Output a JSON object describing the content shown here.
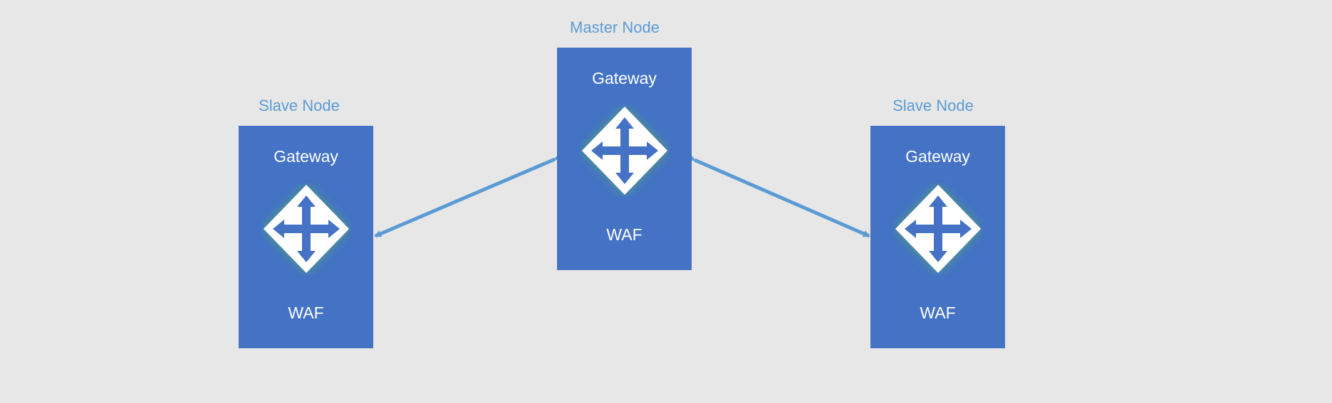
{
  "nodes": {
    "slave_left": {
      "caption": "Slave Node",
      "top_label": "Gateway",
      "bottom_label": "WAF",
      "icon": "router-icon"
    },
    "master": {
      "caption": "Master Node",
      "top_label": "Gateway",
      "bottom_label": "WAF",
      "icon": "router-icon"
    },
    "slave_right": {
      "caption": "Slave Node",
      "top_label": "Gateway",
      "bottom_label": "WAF",
      "icon": "router-icon"
    }
  },
  "connections": [
    {
      "from": "master",
      "to": "slave_left",
      "arrows": "both"
    },
    {
      "from": "master",
      "to": "slave_right",
      "arrows": "both"
    }
  ],
  "colors": {
    "background": "#e7e7e7",
    "node_fill": "#4472c4",
    "caption_text": "#5b9bd5",
    "connector": "#5b9bd5",
    "icon_fill": "#ffffff",
    "icon_glow": "#4fa37a"
  }
}
